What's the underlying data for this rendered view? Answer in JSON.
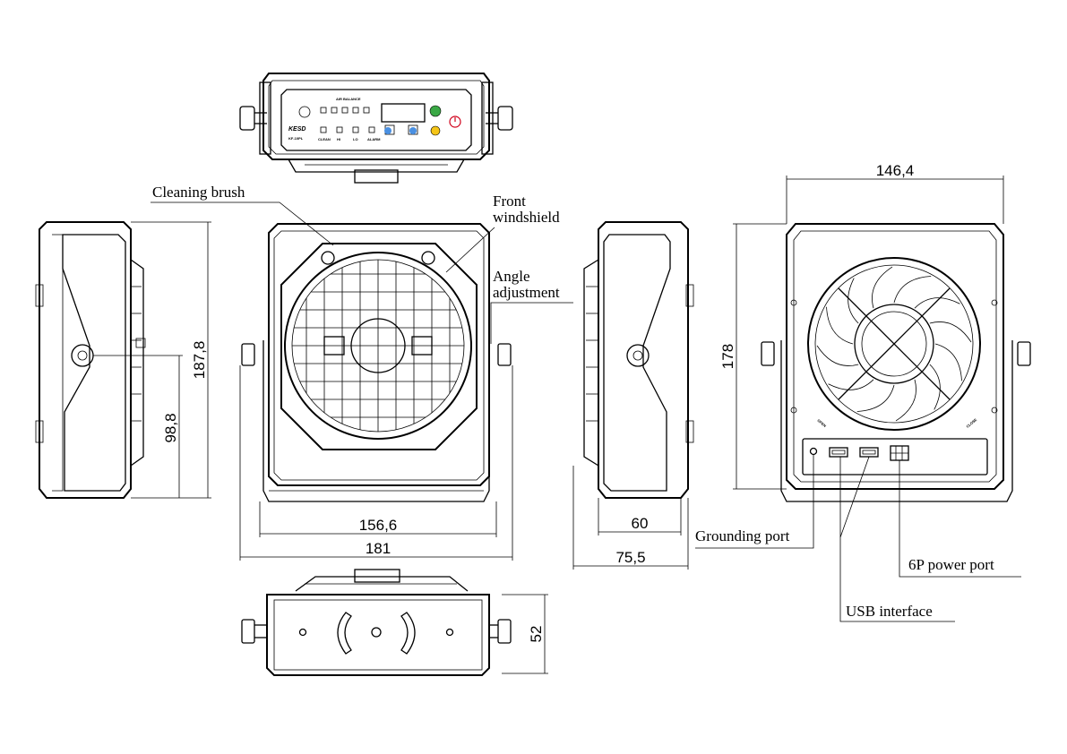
{
  "labels": {
    "cleaning_brush": "Cleaning brush",
    "front_windshield_1": "Front",
    "front_windshield_2": "windshield",
    "angle_adjustment_1": "Angle",
    "angle_adjustment_2": "adjustment",
    "grounding_port": "Grounding port",
    "usb_interface": "USB interface",
    "power_port": "6P power port"
  },
  "dimensions": {
    "front_inner_width": "156,6",
    "front_total_width": "181",
    "side_height": "187,8",
    "side_pivot_height": "98,8",
    "side_depth": "60",
    "side_total_depth": "75,5",
    "rear_width": "146,4",
    "rear_height": "178",
    "bottom_depth": "52"
  },
  "panel": {
    "brand": "KESD",
    "model": "KF-10PL",
    "air_balance": "AIR BALANCE",
    "clean": "CLEAN",
    "hi": "HI",
    "lo": "LO",
    "alarm": "ALARM"
  },
  "rear_marks": {
    "open": "OPEN",
    "close": "CLOSE"
  }
}
